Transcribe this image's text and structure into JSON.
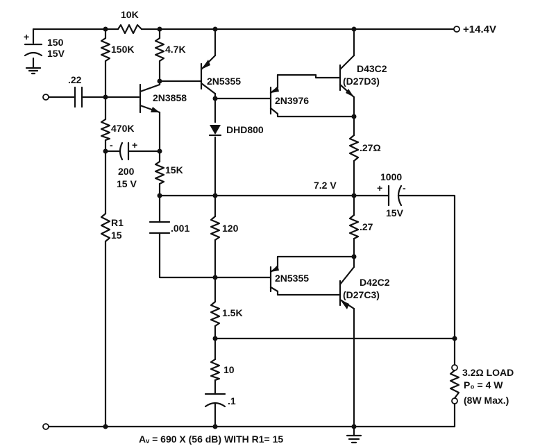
{
  "supply": {
    "label": "+14.4V"
  },
  "mid_voltage": {
    "label": "7.2 V"
  },
  "components": {
    "c_supply": {
      "value": "150",
      "rating": "15V"
    },
    "r_feedback": {
      "value": "10K"
    },
    "r_bias_top": {
      "value": "150K"
    },
    "r_collector": {
      "value": "4.7K"
    },
    "c_input": {
      "value": ".22"
    },
    "q1": {
      "part": "2N3858"
    },
    "q2": {
      "part": "2N5355"
    },
    "q3": {
      "part": "2N3976"
    },
    "q4": {
      "part": "D43C2",
      "alt": "(D27D3)"
    },
    "r_bias_mid": {
      "value": "470K"
    },
    "c_boot": {
      "value": "200",
      "rating": "15 V"
    },
    "diode": {
      "part": "DHD800"
    },
    "r_emitter_top": {
      "value": ".27Ω"
    },
    "r_15k": {
      "value": "15K"
    },
    "c_output": {
      "value": "1000",
      "rating": "15V"
    },
    "r1": {
      "name": "R1",
      "value": "15"
    },
    "c_comp": {
      "value": ".001"
    },
    "r_120": {
      "value": "120"
    },
    "r_emitter_bot": {
      "value": ".27"
    },
    "q5": {
      "part": "2N5355"
    },
    "q6": {
      "part": "D42C2",
      "alt": "(D27C3)"
    },
    "r_1_5k": {
      "value": "1.5K"
    },
    "r_10": {
      "value": "10"
    },
    "c_01": {
      "value": ".1"
    },
    "load": {
      "value": "3.2Ω LOAD",
      "power": "P₀ = 4 W",
      "max": "(8W Max.)"
    }
  },
  "gain_note": "Aᵥ = 690 X (56 dB)  WITH R1= 15",
  "polarity": {
    "plus": "+",
    "minus": "-"
  }
}
